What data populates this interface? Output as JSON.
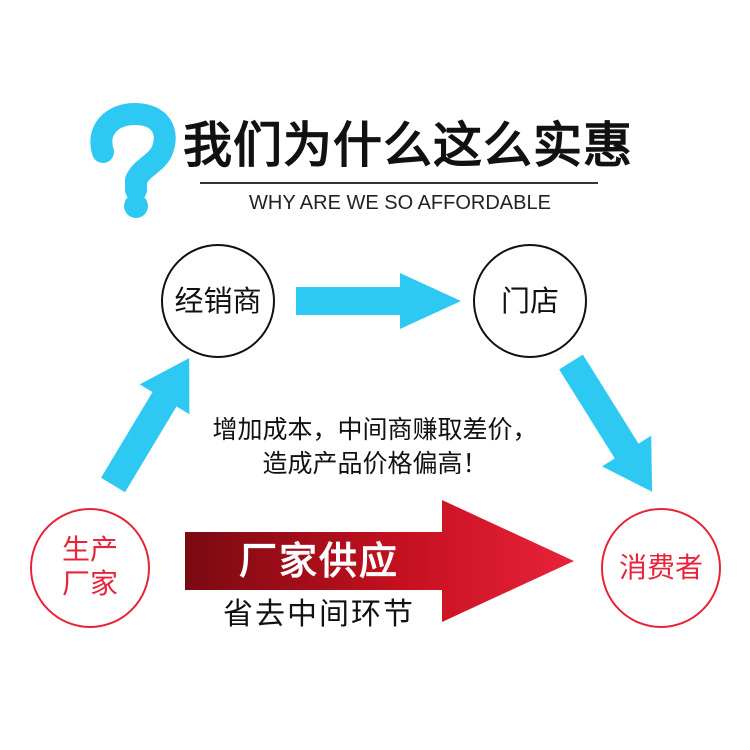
{
  "header": {
    "title": "我们为什么这么实惠",
    "subtitle": "WHY ARE WE SO AFFORDABLE",
    "question_mark": "?"
  },
  "nodes": {
    "distributor": "经销商",
    "store": "门店",
    "manufacturer_line1": "生产",
    "manufacturer_line2": "厂家",
    "consumer": "消费者"
  },
  "note": {
    "line1": "增加成本，中间商赚取差价，",
    "line2": "造成产品价格偏高！"
  },
  "banner": {
    "main": "厂家供应",
    "sub": "省去中间环节"
  },
  "colors": {
    "accent_blue": "#2ec9f2",
    "accent_red": "#e8233a",
    "banner_dark": "#7a0a12",
    "text": "#111111"
  }
}
